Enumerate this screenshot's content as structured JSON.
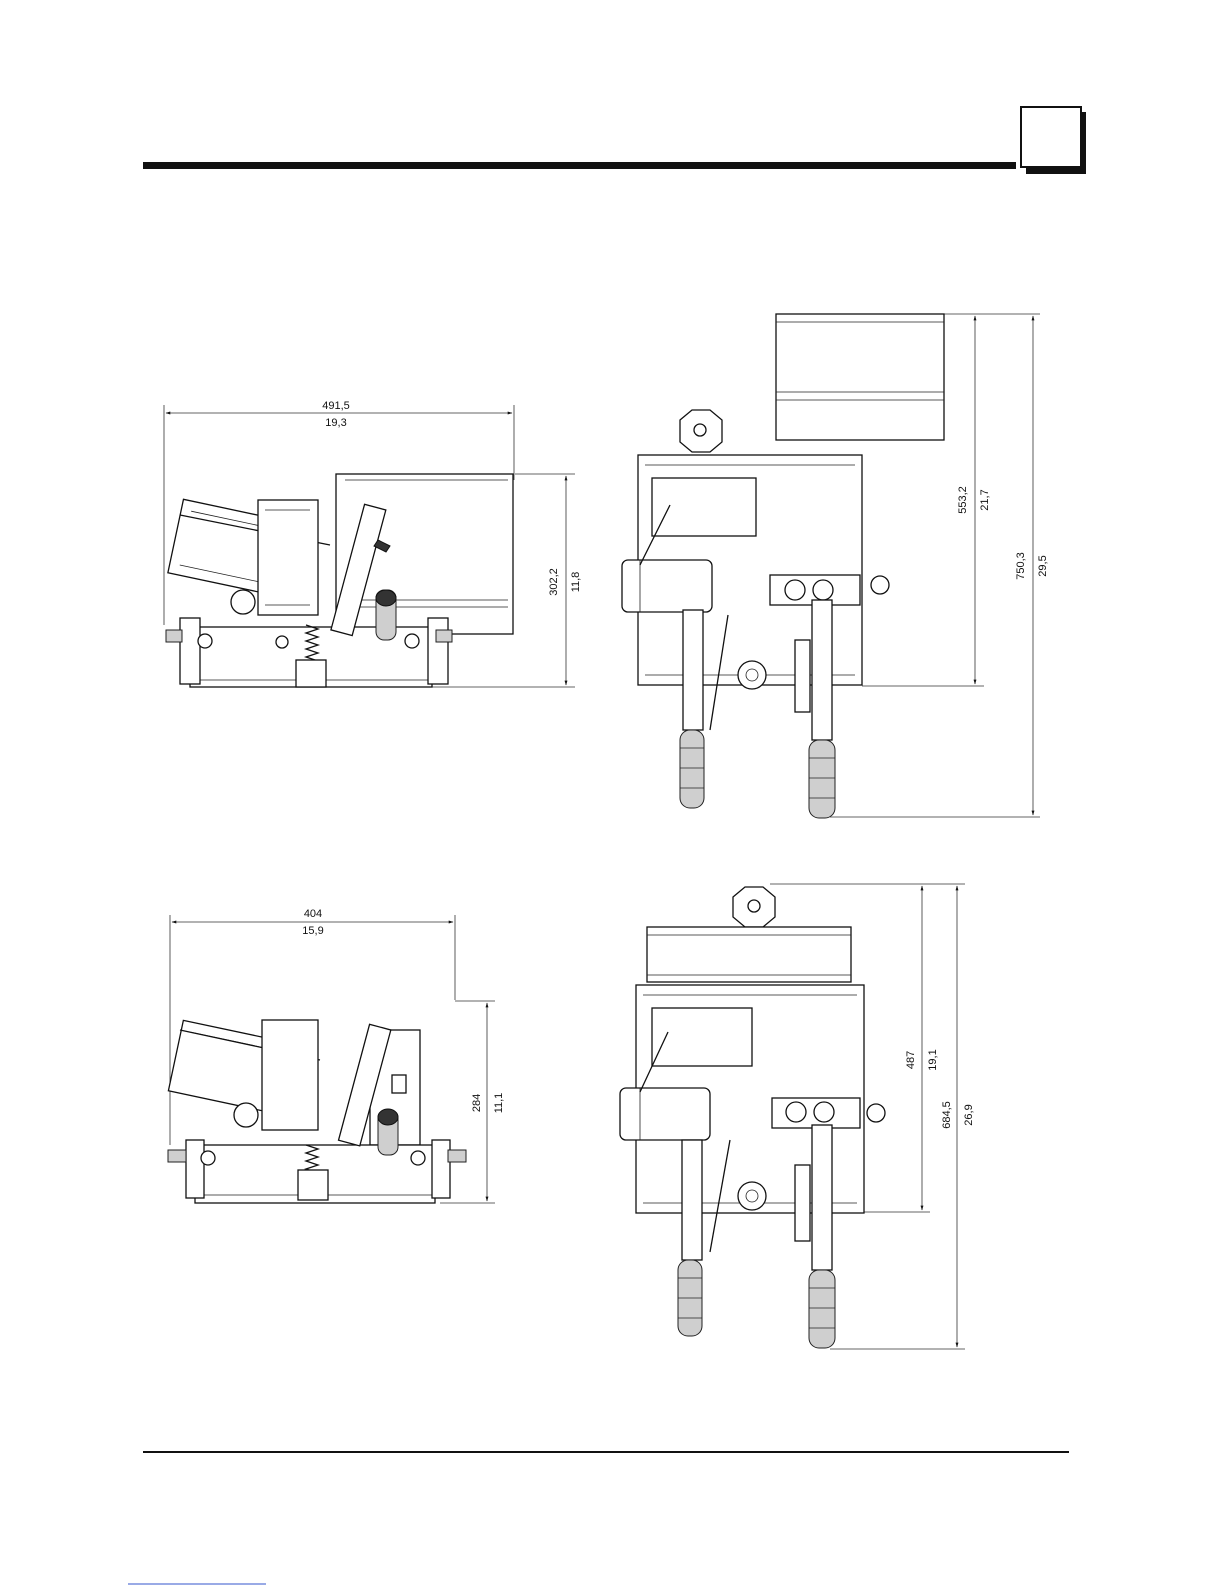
{
  "header": {
    "chapter_box_label": ""
  },
  "drawings": {
    "side_view_1": {
      "width_mm": "491,5",
      "width_in": "19,3",
      "height_mm": "302,2",
      "height_in": "11,8"
    },
    "top_view_1": {
      "body_mm": "553,2",
      "body_in": "21,7",
      "total_mm": "750,3",
      "total_in": "29,5"
    },
    "side_view_2": {
      "width_mm": "404",
      "width_in": "15,9",
      "height_mm": "284",
      "height_in": "11,1"
    },
    "top_view_2": {
      "body_mm": "487",
      "body_in": "19,1",
      "total_mm": "684,5",
      "total_in": "26,9"
    }
  }
}
